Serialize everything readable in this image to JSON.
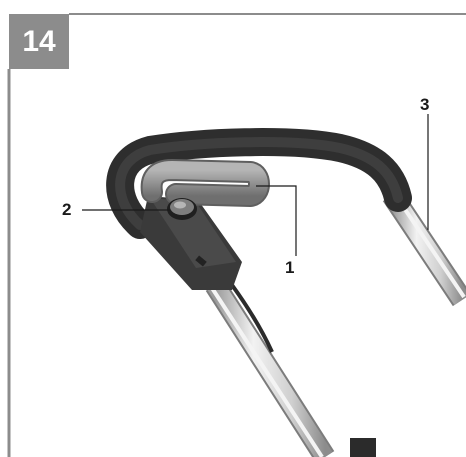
{
  "figure": {
    "number": "14"
  },
  "callouts": [
    {
      "id": "1",
      "label": "1"
    },
    {
      "id": "2",
      "label": "2"
    },
    {
      "id": "3",
      "label": "3"
    }
  ],
  "colors": {
    "frame": "#8c8c8c",
    "handle_dark": "#3a3a3a",
    "lever": "#8a8a8a",
    "tube": "#d8d8d8"
  }
}
